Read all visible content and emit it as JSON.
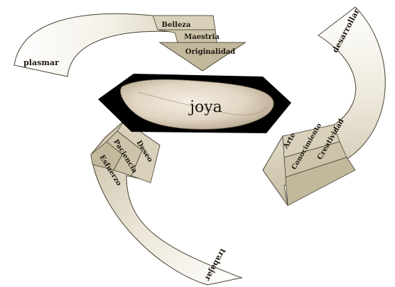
{
  "center": {
    "label": "joya"
  },
  "top": {
    "verb": "plasmar",
    "values": [
      "Belleza",
      "Maestria",
      "Originalidad"
    ]
  },
  "right": {
    "verb": "desarrollar",
    "values": [
      "Arte",
      "Conocimiento",
      "Creatividad"
    ]
  },
  "bottom": {
    "verb": "trabajar",
    "values": [
      "Deseo",
      "Paciencia",
      "Esfuerzo"
    ]
  },
  "colors": {
    "arrow_light": "#fbf9f2",
    "arrow_band": "#d4ccb6",
    "arrow_band_dark": "#b6ab8f",
    "outline": "#4a4234",
    "hexagon": "#000000",
    "stone": "#e7dccd"
  }
}
